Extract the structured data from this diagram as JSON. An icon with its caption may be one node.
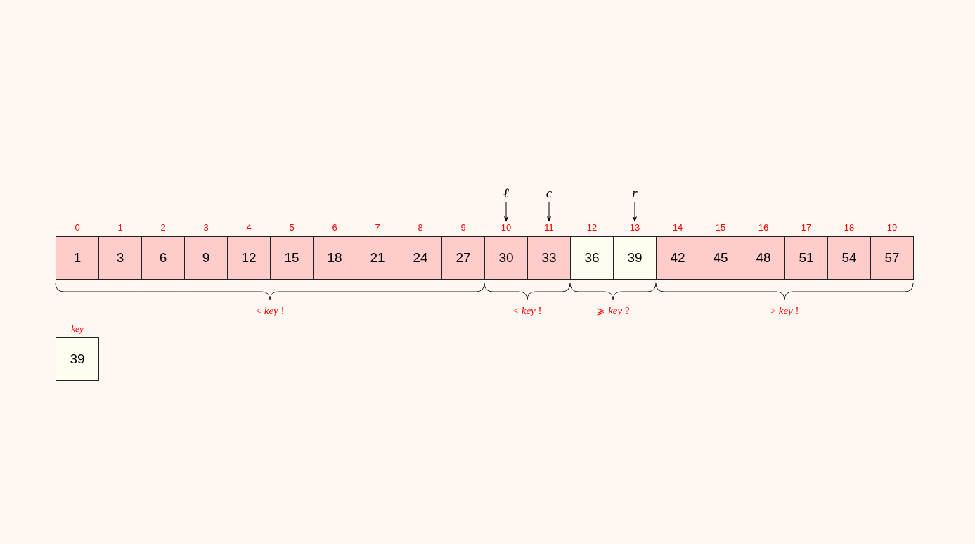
{
  "diagram": {
    "nodes": [
      {
        "text": [
          "1"
        ],
        "beside": [
          "0"
        ]
      },
      {
        "text": [
          "3"
        ],
        "beside": [
          "1"
        ]
      },
      {
        "text": [
          "6"
        ],
        "beside": [
          "2"
        ]
      },
      {
        "text": [
          "9"
        ],
        "beside": [
          "3"
        ]
      },
      {
        "text": [
          "12"
        ],
        "beside": [
          "4"
        ]
      },
      {
        "text": [
          "15"
        ],
        "beside": [
          "5"
        ]
      },
      {
        "text": [
          "18"
        ],
        "beside": [
          "6"
        ]
      },
      {
        "text": [
          "21"
        ],
        "beside": [
          "7"
        ]
      },
      {
        "text": [
          "24"
        ],
        "beside": [
          "8"
        ]
      },
      {
        "text": [
          "27"
        ],
        "beside": [
          "9"
        ]
      },
      {
        "text": [
          "30"
        ],
        "beside": [
          "10"
        ]
      },
      {
        "text": [
          "33"
        ],
        "beside": [
          "11"
        ]
      },
      {
        "text": [
          "36"
        ],
        "beside": [
          "12"
        ]
      },
      {
        "text": [
          "39"
        ],
        "beside": [
          "13"
        ]
      },
      {
        "text": [
          "42"
        ],
        "beside": [
          "14"
        ]
      },
      {
        "text": [
          "45"
        ],
        "beside": [
          "15"
        ]
      },
      {
        "text": [
          "48"
        ],
        "beside": [
          "16"
        ]
      },
      {
        "text": [
          "51"
        ],
        "beside": [
          "17"
        ]
      },
      {
        "text": [
          "54"
        ],
        "beside": [
          "18"
        ]
      },
      {
        "text": [
          "57"
        ],
        "beside": [
          "19"
        ]
      },
      {
        "text": [
          "39"
        ],
        "beside": [
          "key"
        ]
      },
      {
        "text": [
          "ℓ"
        ]
      },
      {
        "text": [
          "c"
        ]
      },
      {
        "text": [
          "r"
        ]
      }
    ],
    "edges": [
      {
        "from": 21,
        "to": 10,
        "arrow": "to"
      },
      {
        "from": 22,
        "to": 11,
        "arrow": "to"
      },
      {
        "from": 23,
        "to": 13,
        "arrow": "to"
      }
    ],
    "labels": [
      "< *key* !",
      "< *key* !",
      "⩾ *key* ?",
      "> *key* !"
    ]
  }
}
